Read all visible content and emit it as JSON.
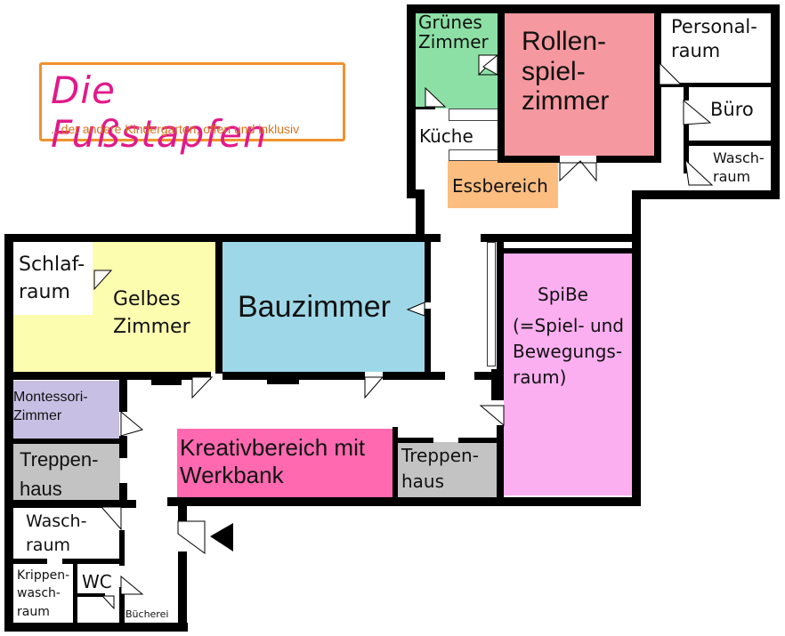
{
  "logo": {
    "title": "Die Fußstapfen",
    "subtitle": "...der andere Kindergarten, offen und inklusiv",
    "title_color": "#e2198a",
    "border_color": "#f0922e"
  },
  "rooms": {
    "gruenes_zimmer": {
      "line1": "Grünes",
      "line2": "Zimmer",
      "color": "#8de0a5"
    },
    "rollenspielzimmer": {
      "line1": "Rollen-",
      "line2": "spiel-",
      "line3": "zimmer",
      "color": "#f5989f"
    },
    "personalraum": {
      "line1": "Personal-",
      "line2": "raum"
    },
    "buero": {
      "line1": "Büro"
    },
    "waschraum_oben": {
      "line1": "Wasch-",
      "line2": "raum"
    },
    "kueche": {
      "line1": "Küche"
    },
    "essbereich": {
      "line1": "Essbereich",
      "color": "#fbbd80"
    },
    "schlafraum": {
      "line1": "Schlaf-",
      "line2": "raum"
    },
    "gelbes_zimmer": {
      "line1": "Gelbes",
      "line2": "Zimmer",
      "color": "#fdfdb0"
    },
    "bauzimmer": {
      "line1": "Bauzimmer",
      "color": "#9ed8e8"
    },
    "spibe": {
      "line1": "SpiBe",
      "line2": "(=Spiel- und",
      "line3": "Bewegungs-",
      "line4": "raum)",
      "color": "#fbaff0"
    },
    "montessori": {
      "line1": "Montessori-",
      "line2": "Zimmer",
      "color": "#c8c0e4"
    },
    "treppenhaus_links": {
      "line1": "Treppen-",
      "line2": "haus",
      "color": "#c3c3c3"
    },
    "kreativbereich": {
      "line1": "Kreativbereich mit",
      "line2": "Werkbank",
      "color": "#ff69b0"
    },
    "treppenhaus_mitte": {
      "line1": "Treppen-",
      "line2": "haus",
      "color": "#c3c3c3"
    },
    "waschraum_unten": {
      "line1": "Wasch-",
      "line2": "raum"
    },
    "krippenwaschraum": {
      "line1": "Krippen-",
      "line2": "wasch-",
      "line3": "raum"
    },
    "wc": {
      "line1": "WC"
    },
    "buecherei": {
      "line1": "Bücherei"
    }
  },
  "entrance": {
    "icon": "entrance-arrow-icon"
  }
}
